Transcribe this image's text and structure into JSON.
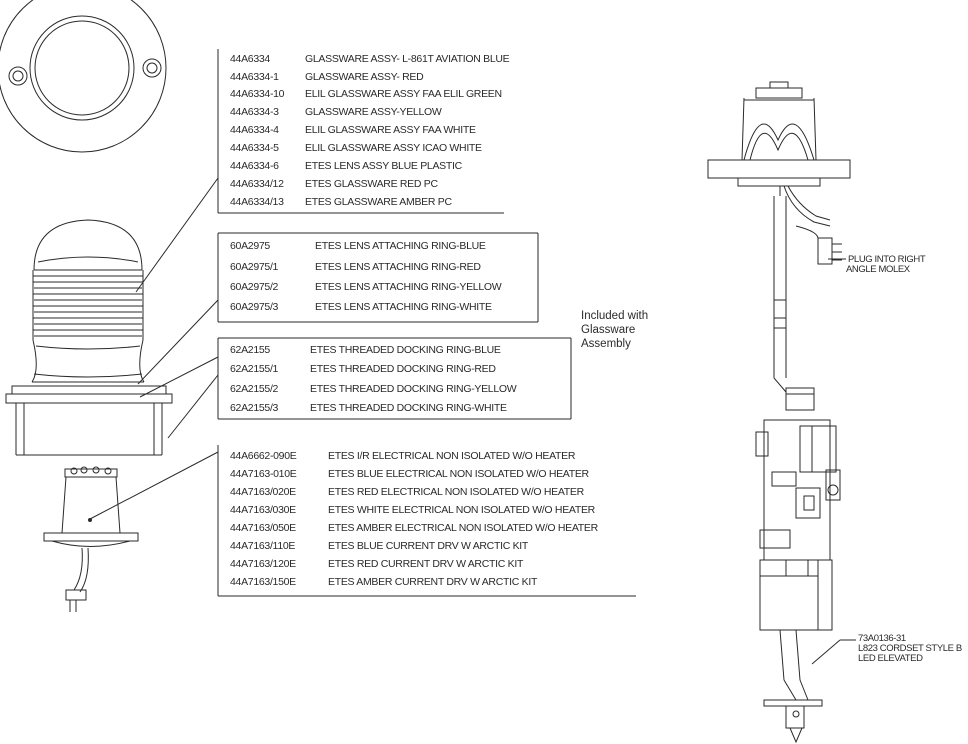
{
  "glassware_table": {
    "rows": [
      {
        "part": "44A6334",
        "desc": "GLASSWARE ASSY- L-861T AVIATION BLUE"
      },
      {
        "part": "44A6334-1",
        "desc": "GLASSWARE ASSY- RED"
      },
      {
        "part": "44A6334-10",
        "desc": "ELIL GLASSWARE ASSY FAA ELIL GREEN"
      },
      {
        "part": "44A6334-3",
        "desc": "GLASSWARE ASSY-YELLOW"
      },
      {
        "part": "44A6334-4",
        "desc": "ELIL GLASSWARE ASSY FAA WHITE"
      },
      {
        "part": "44A6334-5",
        "desc": "ELIL GLASSWARE ASSY ICAO WHITE"
      },
      {
        "part": "44A6334-6",
        "desc": "ETES LENS ASSY BLUE PLASTIC"
      },
      {
        "part": "44A6334/12",
        "desc": "ETES GLASSWARE RED PC"
      },
      {
        "part": "44A6334/13",
        "desc": "ETES GLASSWARE AMBER PC"
      }
    ]
  },
  "attaching_ring_table": {
    "rows": [
      {
        "part": "60A2975",
        "desc": "ETES LENS ATTACHING RING-BLUE"
      },
      {
        "part": "60A2975/1",
        "desc": "ETES LENS ATTACHING RING-RED"
      },
      {
        "part": "60A2975/2",
        "desc": "ETES LENS ATTACHING RING-YELLOW"
      },
      {
        "part": "60A2975/3",
        "desc": "ETES LENS ATTACHING RING-WHITE"
      }
    ]
  },
  "docking_ring_table": {
    "rows": [
      {
        "part": "62A2155",
        "desc": "ETES THREADED DOCKING RING-BLUE"
      },
      {
        "part": "62A2155/1",
        "desc": "ETES THREADED DOCKING RING-RED"
      },
      {
        "part": "62A2155/2",
        "desc": "ETES THREADED DOCKING RING-YELLOW"
      },
      {
        "part": "62A2155/3",
        "desc": "ETES THREADED DOCKING RING-WHITE"
      }
    ]
  },
  "included_note": {
    "line1": "Included with",
    "line2": "Glassware",
    "line3": "Assembly"
  },
  "electrical_table": {
    "rows": [
      {
        "part": "44A6662-090E",
        "desc": "ETES I/R ELECTRICAL NON ISOLATED W/O HEATER"
      },
      {
        "part": "44A7163-010E",
        "desc": "ETES BLUE ELECTRICAL NON ISOLATED W/O HEATER"
      },
      {
        "part": "44A7163/020E",
        "desc": "ETES RED ELECTRICAL NON ISOLATED W/O HEATER"
      },
      {
        "part": "44A7163/030E",
        "desc": "ETES WHITE ELECTRICAL NON ISOLATED W/O HEATER"
      },
      {
        "part": "44A7163/050E",
        "desc": "ETES AMBER ELECTRICAL NON ISOLATED W/O HEATER"
      },
      {
        "part": "44A7163/110E",
        "desc": "ETES BLUE CURRENT DRV W ARCTIC KIT"
      },
      {
        "part": "44A7163/120E",
        "desc": "ETES RED CURRENT DRV W ARCTIC KIT"
      },
      {
        "part": "44A7163/150E",
        "desc": "ETES AMBER CURRENT DRV W ARCTIC KIT"
      }
    ]
  },
  "plug_callout": {
    "line1": "PLUG INTO RIGHT",
    "line2": "ANGLE MOLEX"
  },
  "cordset_callout": {
    "line1": "73A0136-31",
    "line2": "L823 CORDSET STYLE B",
    "line3": "LED ELEVATED"
  },
  "colors": {
    "line": "#2a2a2a",
    "text": "#2a2a2a",
    "background": "#ffffff"
  }
}
